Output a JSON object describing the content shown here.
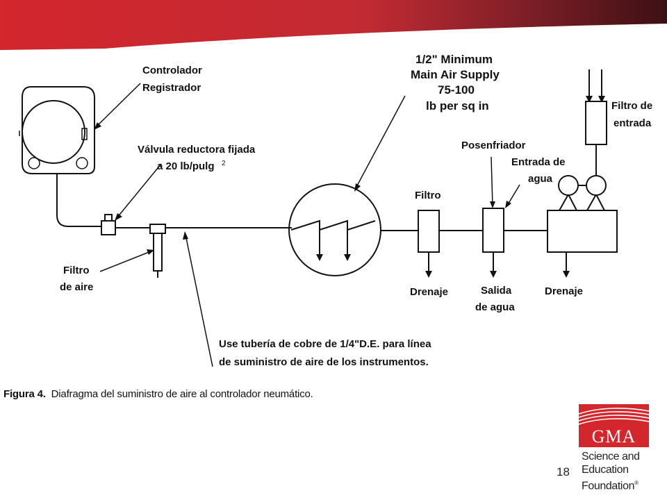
{
  "colors": {
    "brand_red": "#d3262d",
    "dark_red": "#6b1a1f",
    "ink": "#111111"
  },
  "labels": {
    "controlador": "Controlador",
    "registrador": "Registrador",
    "valvula_line1": "Válvula reductora fijada",
    "valvula_line2": "a 20 lb/pulg",
    "valvula_sup": "2",
    "supply_line1": "1/2\" Minimum",
    "supply_line2": "Main Air Supply",
    "supply_line3": "75-100",
    "supply_line4": "lb per sq in",
    "filtro_entrada_line1": "Filtro de",
    "filtro_entrada_line2": "entrada",
    "posenfriador": "Posenfriador",
    "entrada_agua_line1": "Entrada de",
    "entrada_agua_line2": "agua",
    "filtro": "Filtro",
    "filtro_aire_line1": "Filtro",
    "filtro_aire_line2": "de aire",
    "drenaje_filtro": "Drenaje",
    "salida_line1": "Salida",
    "salida_line2": "de agua",
    "drenaje_tanque": "Drenaje",
    "tuberia_line1": "Use tubería de cobre de 1/4\"D.E. para línea",
    "tuberia_line2": "de suministro de aire de los instrumentos."
  },
  "caption": {
    "label": "Figura 4.",
    "text": "Diafragma del suministro de aire al controlador neumático."
  },
  "page_number": "18",
  "logo": {
    "word": "GMA",
    "line1": "Science and",
    "line2": "Education",
    "line3": "Foundation",
    "registered": "®"
  }
}
